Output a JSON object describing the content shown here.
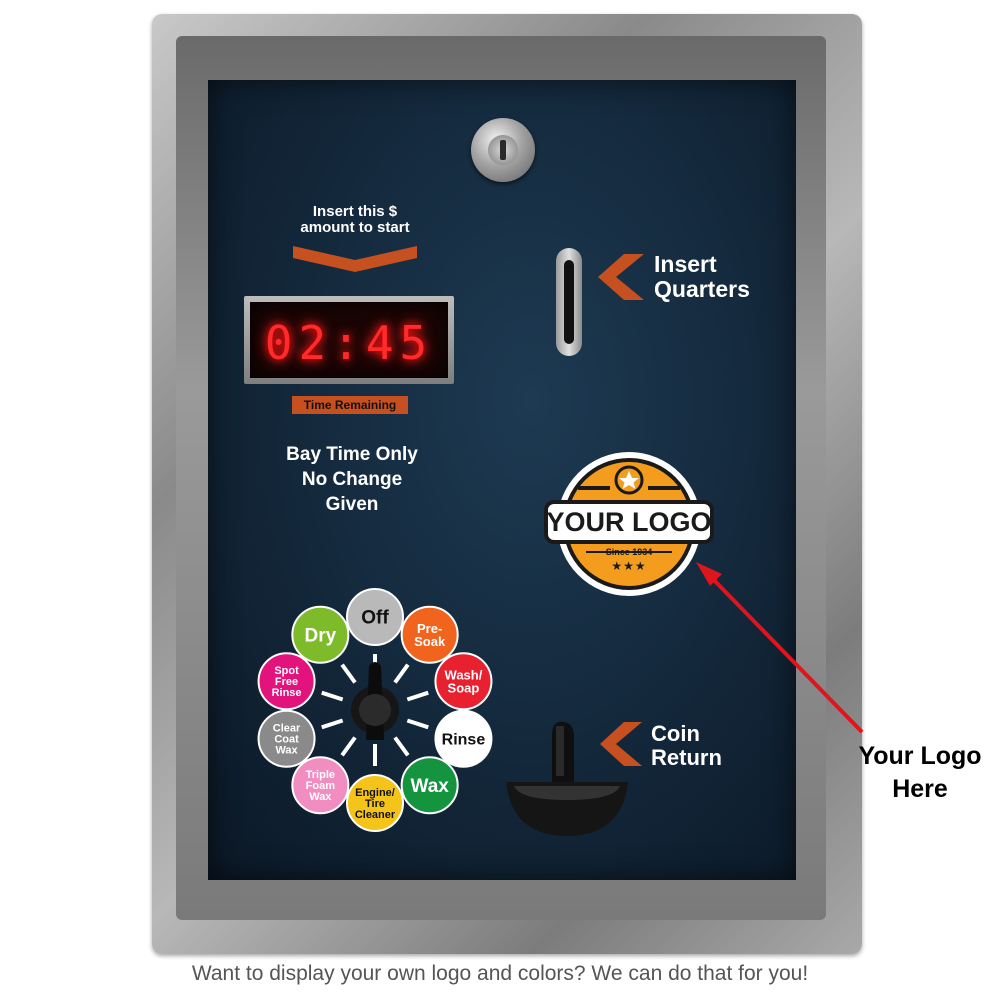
{
  "panel": {
    "insert_amount_label": "Insert this $ amount to start",
    "display_time": "02:45",
    "time_remaining_label": "Time Remaining",
    "bay_notice": [
      "Bay Time Only",
      "No Change",
      "Given"
    ],
    "insert_quarters_label": [
      "Insert",
      "Quarters"
    ],
    "coin_return_label": [
      "Coin",
      "Return"
    ]
  },
  "logo": {
    "text": "YOUR LOGO",
    "since": "Since 1934",
    "stars": "★★★",
    "colors": {
      "fill": "#f39c1e",
      "ring": "#1a1a1a",
      "band": "#ffffff"
    }
  },
  "dial": {
    "options": [
      {
        "label": "Off",
        "color": "#b9b9b9",
        "text_color": "#111111"
      },
      {
        "label": "Pre-\nSoak",
        "color": "#f0641d",
        "text_color": "#ffffff"
      },
      {
        "label": "Wash/\nSoap",
        "color": "#e8202f",
        "text_color": "#ffffff"
      },
      {
        "label": "Rinse",
        "color": "#ffffff",
        "text_color": "#111111"
      },
      {
        "label": "Wax",
        "color": "#14943f",
        "text_color": "#ffffff"
      },
      {
        "label": "Engine/\nTire\nCleaner",
        "color": "#f5c41b",
        "text_color": "#111111"
      },
      {
        "label": "Triple\nFoam\nWax",
        "color": "#f28dc2",
        "text_color": "#ffffff"
      },
      {
        "label": "Clear\nCoat\nWax",
        "color": "#8a8a8a",
        "text_color": "#ffffff"
      },
      {
        "label": "Spot\nFree\nRinse",
        "color": "#e2137c",
        "text_color": "#ffffff"
      },
      {
        "label": "Dry",
        "color": "#7dbb2a",
        "text_color": "#ffffff"
      }
    ]
  },
  "callout": {
    "text": [
      "Your Logo",
      "Here"
    ],
    "arrow_color": "#e0141d"
  },
  "caption": "Want to display your own logo and colors? We can do that for you!",
  "accent_color": "#c6501f"
}
